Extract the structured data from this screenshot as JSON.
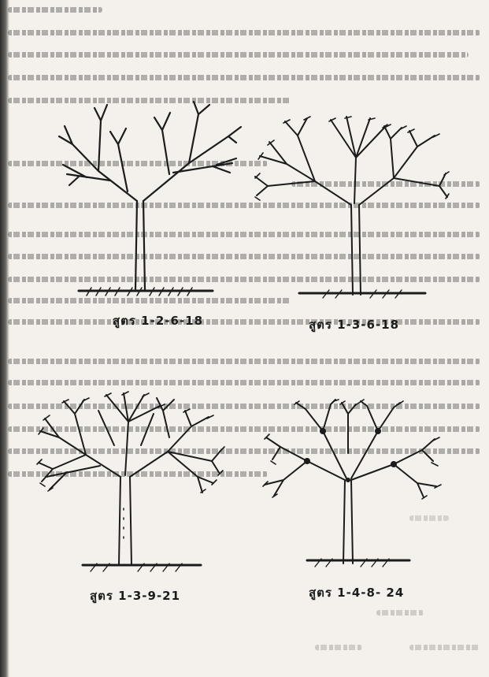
{
  "page": {
    "background_color": "#f4f1ec",
    "ink_color": "#1c1c1c"
  },
  "figures": [
    {
      "id": "tree-1-2-6-18",
      "caption": "สูตร  1-2-6-18"
    },
    {
      "id": "tree-1-3-6-18",
      "caption": "สูตร  1-3-6-18"
    },
    {
      "id": "tree-1-3-9-21",
      "caption": "สูตร  1-3-9-21"
    },
    {
      "id": "tree-1-4-8-24",
      "caption": "สูตร  1-4-8- 24"
    }
  ]
}
